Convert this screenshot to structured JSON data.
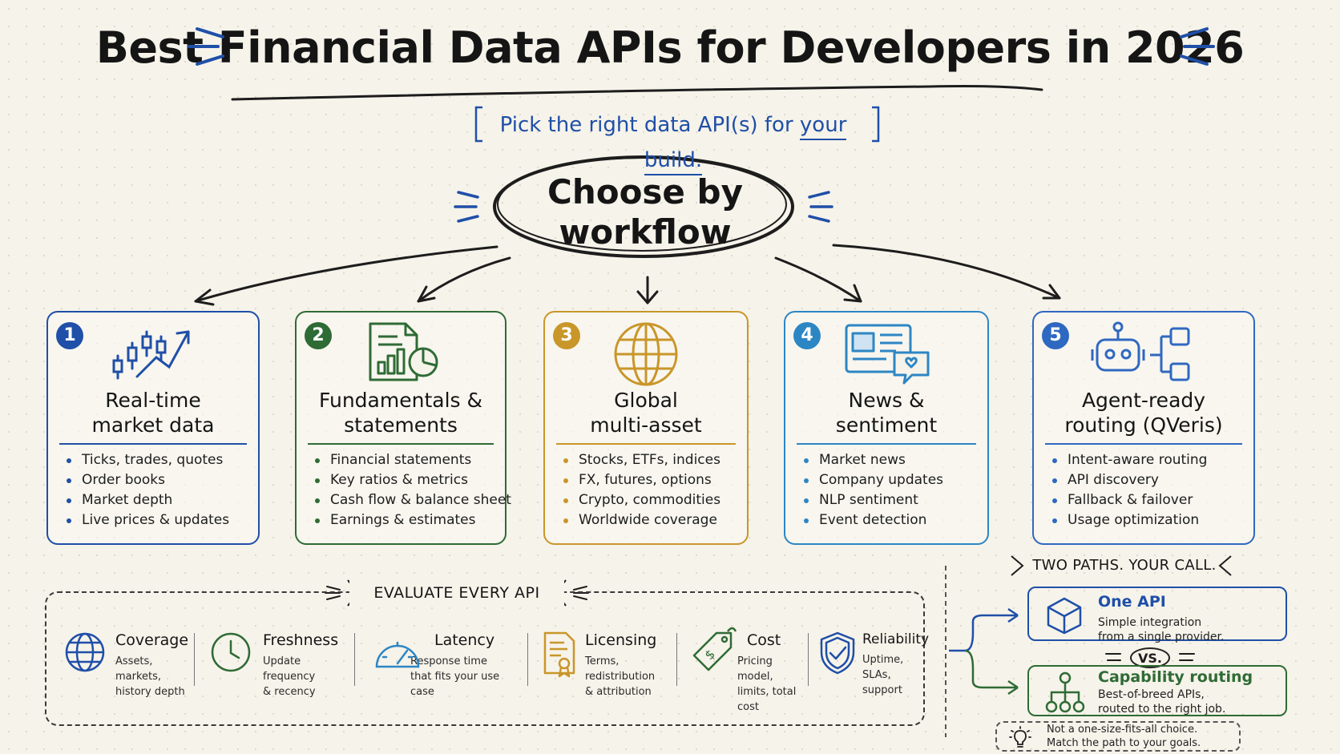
{
  "header": {
    "title": "Best Financial Data APIs for Developers in 2026",
    "subtitle_prefix": "Pick the right data API(s) for ",
    "subtitle_emphasis": "your build."
  },
  "hub": {
    "line1": "Choose by",
    "line2": "workflow"
  },
  "colors": {
    "blue": "#1f4fa8",
    "green": "#2f6b35",
    "gold": "#c9962a",
    "sky": "#2d86c4",
    "royal": "#2f68c0",
    "ink": "#1d1d1d"
  },
  "cards": [
    {
      "num": "1",
      "title": "Real-time\nmarket data",
      "icon": "candlestick-chart-icon",
      "items": [
        "Ticks, trades, quotes",
        "Order books",
        "Market depth",
        "Live prices & updates"
      ]
    },
    {
      "num": "2",
      "title": "Fundamentals &\nstatements",
      "icon": "report-document-icon",
      "items": [
        "Financial statements",
        "Key ratios & metrics",
        "Cash flow & balance sheet",
        "Earnings & estimates"
      ]
    },
    {
      "num": "3",
      "title": "Global\nmulti-asset",
      "icon": "globe-icon",
      "items": [
        "Stocks, ETFs, indices",
        "FX, futures, options",
        "Crypto, commodities",
        "Worldwide coverage"
      ]
    },
    {
      "num": "4",
      "title": "News &\nsentiment",
      "icon": "news-chat-icon",
      "items": [
        "Market news",
        "Company updates",
        "NLP sentiment",
        "Event detection"
      ]
    },
    {
      "num": "5",
      "title": "Agent-ready\nrouting (QVeris)",
      "icon": "robot-routing-icon",
      "items": [
        "Intent-aware routing",
        "API discovery",
        "Fallback & failover",
        "Usage optimization"
      ]
    }
  ],
  "evaluate": {
    "label": "EVALUATE EVERY API",
    "criteria": [
      {
        "title": "Coverage",
        "desc": "Assets, markets,\nhistory depth",
        "icon": "globe-icon"
      },
      {
        "title": "Freshness",
        "desc": "Update frequency\n& recency",
        "icon": "clock-icon"
      },
      {
        "title": "Latency",
        "desc": "Response time\nthat fits your use case",
        "icon": "speedometer-icon"
      },
      {
        "title": "Licensing",
        "desc": "Terms, redistribution\n& attribution",
        "icon": "certificate-icon"
      },
      {
        "title": "Cost",
        "desc": "Pricing model,\nlimits, total cost",
        "icon": "price-tag-icon"
      },
      {
        "title": "Reliability",
        "desc": "Uptime, SLAs,\nsupport",
        "icon": "shield-check-icon"
      }
    ]
  },
  "paths": {
    "label": "TWO PATHS. YOUR CALL.",
    "one_api": {
      "title": "One API",
      "desc": "Simple integration\nfrom a single provider.",
      "icon": "cube-icon"
    },
    "vs": "VS.",
    "routing": {
      "title": "Capability routing",
      "desc": "Best-of-breed APIs,\nrouted to the right job.",
      "icon": "network-tree-icon"
    },
    "note": "Not a one-size-fits-all choice.\nMatch the path to your goals.",
    "note_icon": "lightbulb-icon"
  }
}
